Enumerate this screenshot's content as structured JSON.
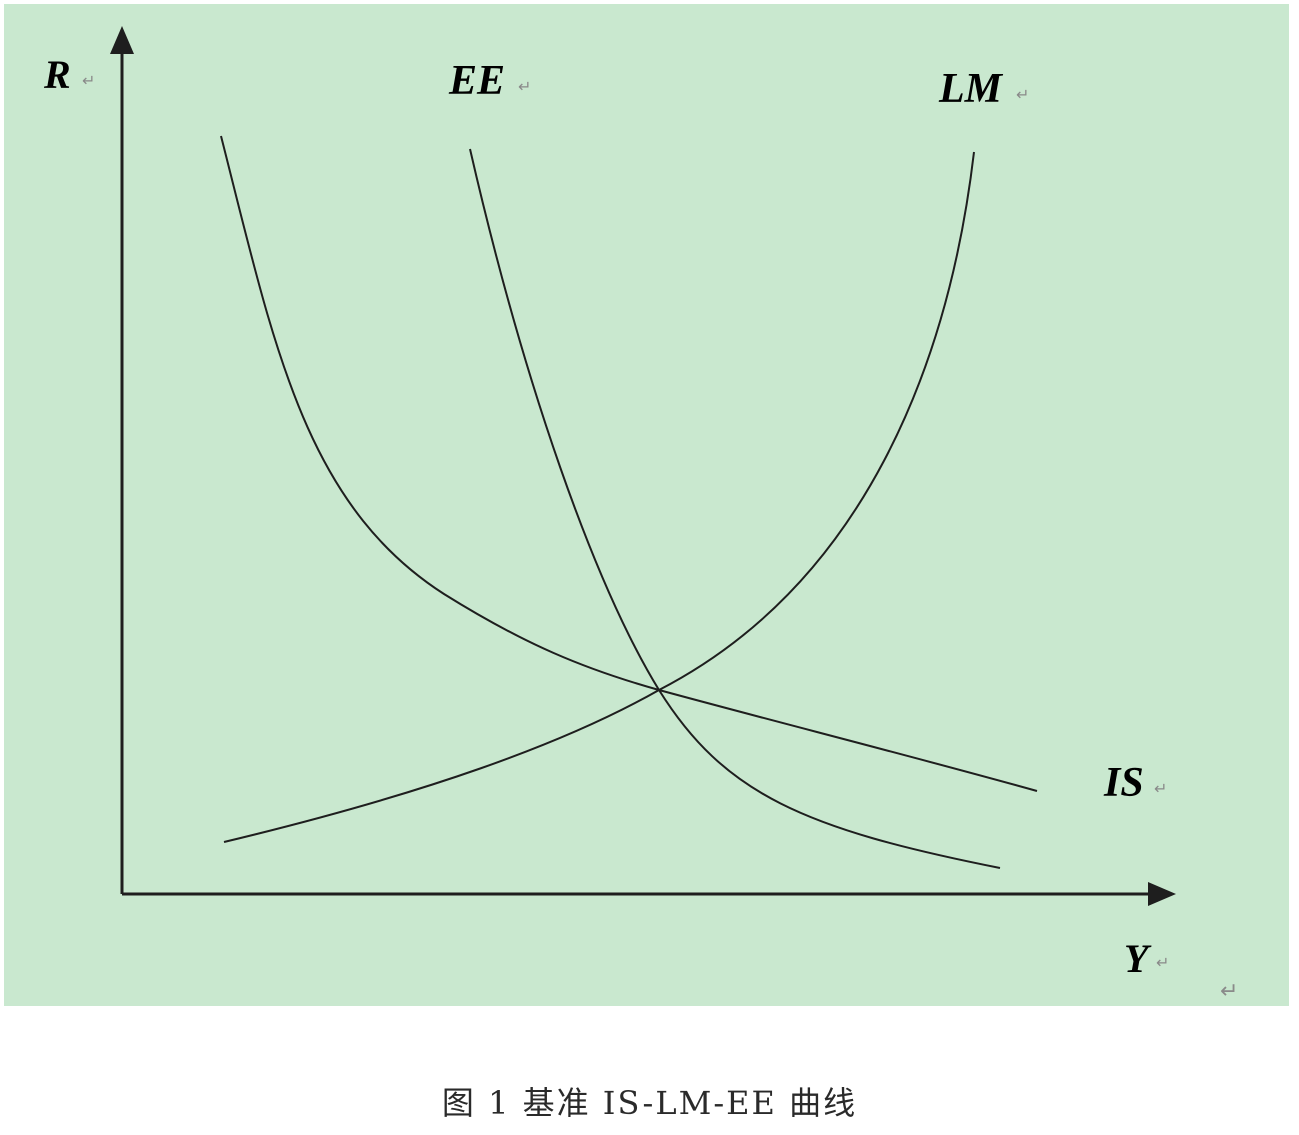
{
  "figure": {
    "background_color": "#c9e8cf",
    "line_color": "#1e1e1e",
    "axes": {
      "y_label": "R",
      "x_label": "Y"
    },
    "curves": [
      {
        "id": "ee",
        "label": "EE"
      },
      {
        "id": "lm",
        "label": "LM"
      },
      {
        "id": "is",
        "label": "IS"
      }
    ],
    "return_mark": "↵"
  },
  "caption": {
    "text": "图 1  基准 IS-LM-EE  曲线"
  }
}
